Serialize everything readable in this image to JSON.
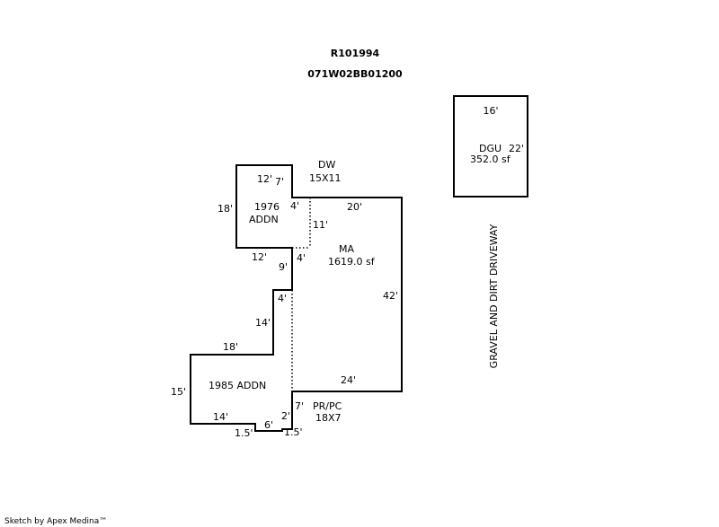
{
  "header": {
    "account": "R101994",
    "map_number": "071W02BB01200"
  },
  "garage": {
    "dim_width": "16'",
    "code": "DGU",
    "dim_depth": "22'",
    "area": "352.0 sf"
  },
  "driveway_label": "GRAVEL AND DIRT DRIVEWAY",
  "deck": {
    "code": "DW",
    "size": "15X11",
    "dim_7": "7'",
    "dim_4": "4'",
    "dim_11": "11'"
  },
  "addn_1976": {
    "line1": "1976",
    "line2": "ADDN",
    "dim_top": "12'",
    "dim_left": "18'",
    "dim_bottom": "12'"
  },
  "main": {
    "code": "MA",
    "area": "1619.0 sf",
    "dim_top": "20'",
    "dim_right": "42'",
    "dim_bottom": "24'",
    "dim_4a": "4'",
    "dim_9": "9'",
    "dim_4b": "4'",
    "dim_14": "14'"
  },
  "addn_1985": {
    "label": "1985 ADDN",
    "dim_top": "18'",
    "dim_left": "15'",
    "dim_bottom": "14'",
    "dim_6": "6'",
    "dim_15a": "1.5'",
    "dim_15b": "1.5'",
    "dim_2": "2'"
  },
  "porch": {
    "code": "PR/PC",
    "size": "18X7",
    "dim_7": "7'"
  },
  "footer": "Sketch by Apex Medina™"
}
